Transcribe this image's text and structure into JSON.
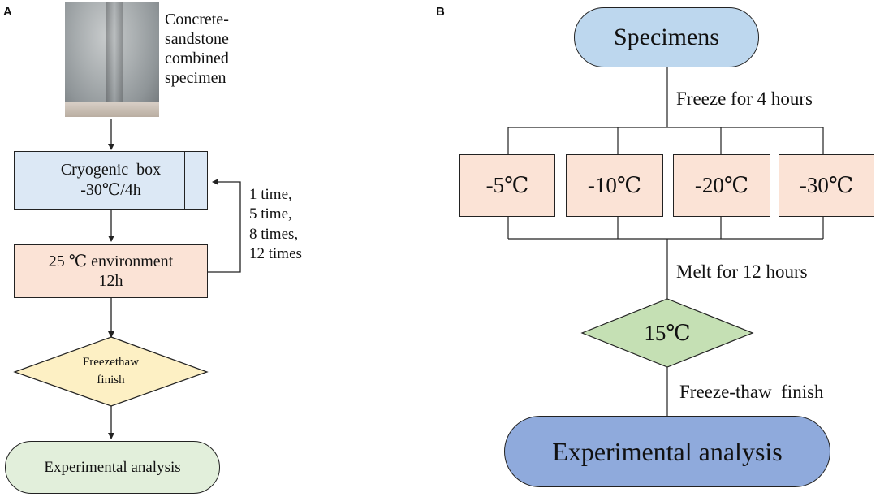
{
  "panel_a": {
    "letter": "A",
    "specimen_label": "Concrete-\nsandstone\ncombined\nspecimen",
    "cryo_box": {
      "line1": "Cryogenic  box",
      "line2": "-30℃/4h"
    },
    "env_box": {
      "line1": "25 ℃ environment",
      "line2": "12h"
    },
    "cycles_label": "1 time,\n5 time,\n8 times,\n12 times",
    "decision": {
      "line1": "Freezethaw",
      "line2": "finish"
    },
    "terminal": "Experimental analysis",
    "colors": {
      "cryo_fill": "#dce8f5",
      "env_fill": "#fbe3d6",
      "decision_fill": "#fdf0c4",
      "terminal_fill": "#e2efdb"
    }
  },
  "panel_b": {
    "letter": "B",
    "start": "Specimens",
    "freeze_label": "Freeze for 4 hours",
    "temps": [
      "-5℃",
      "-10℃",
      "-20℃",
      "-30℃"
    ],
    "melt_label": "Melt for 12 hours",
    "decision": "15℃",
    "finish_label": "Freeze-thaw  finish",
    "terminal": "Experimental analysis",
    "colors": {
      "start_fill": "#bdd7ee",
      "temp_fill": "#fbe3d6",
      "decision_fill": "#c5e0b4",
      "terminal_fill": "#8faadc"
    }
  }
}
